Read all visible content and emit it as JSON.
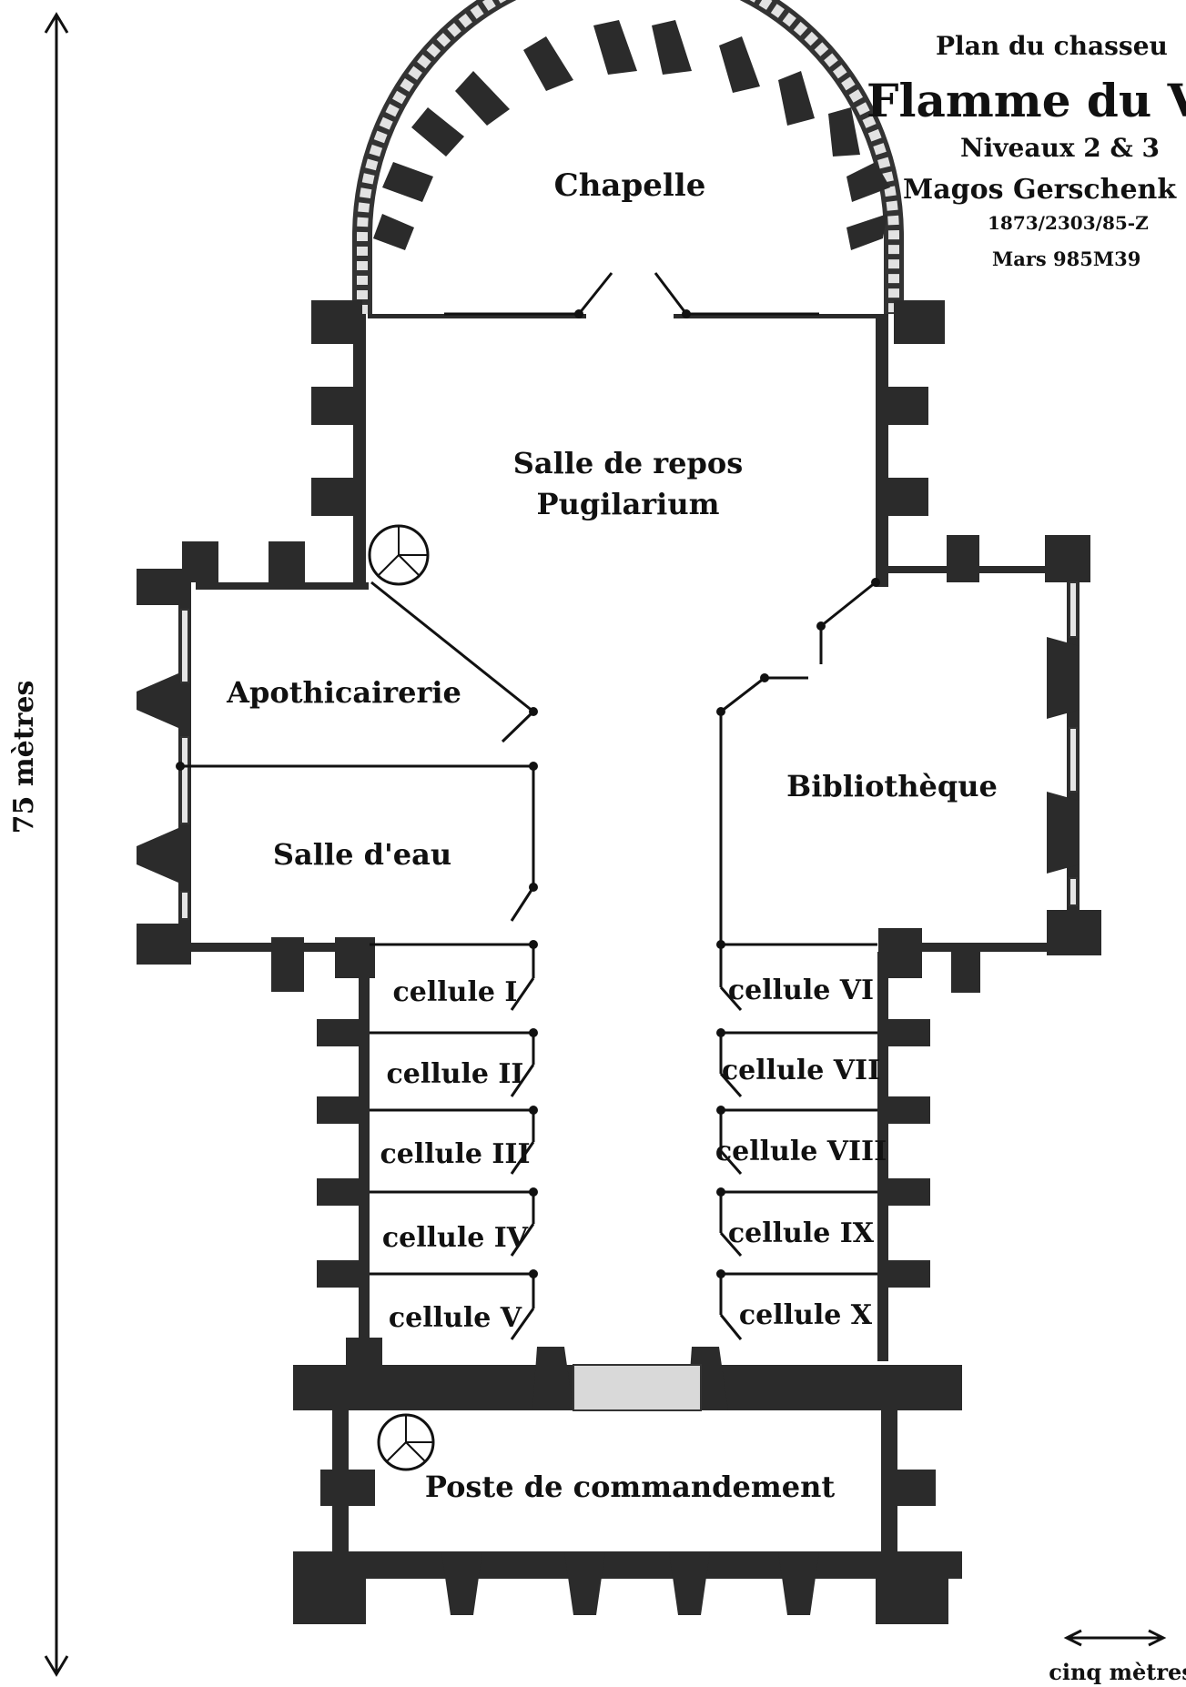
{
  "title": {
    "line1": "Plan du chasseu",
    "line2": "Flamme du V",
    "line3": "Niveaux 2 & 3",
    "line4": "Magos Gerschenk",
    "line5": "1873/2303/85-Z",
    "line6": "Mars 985M39"
  },
  "rooms": {
    "chapelle": "Chapelle",
    "salle_repos_1": "Salle de repos",
    "salle_repos_2": "Pugilarium",
    "apothicairerie": "Apothicairerie",
    "salle_eau": "Salle d'eau",
    "bibliotheque": "Bibliothèque",
    "poste": "Poste de commandement",
    "cellules_left": [
      "cellule I",
      "cellule II",
      "cellule III",
      "cellule IV",
      "cellule V"
    ],
    "cellules_right": [
      "cellule VI",
      "cellule VII",
      "cellule VIII",
      "cellule IX",
      "cellule X"
    ]
  },
  "scale": {
    "vertical_label": "75 mètres",
    "horizontal_label": "cinq mètres"
  },
  "colors": {
    "wall": "#2b2b2b",
    "ink": "#111111",
    "background": "#ffffff"
  }
}
